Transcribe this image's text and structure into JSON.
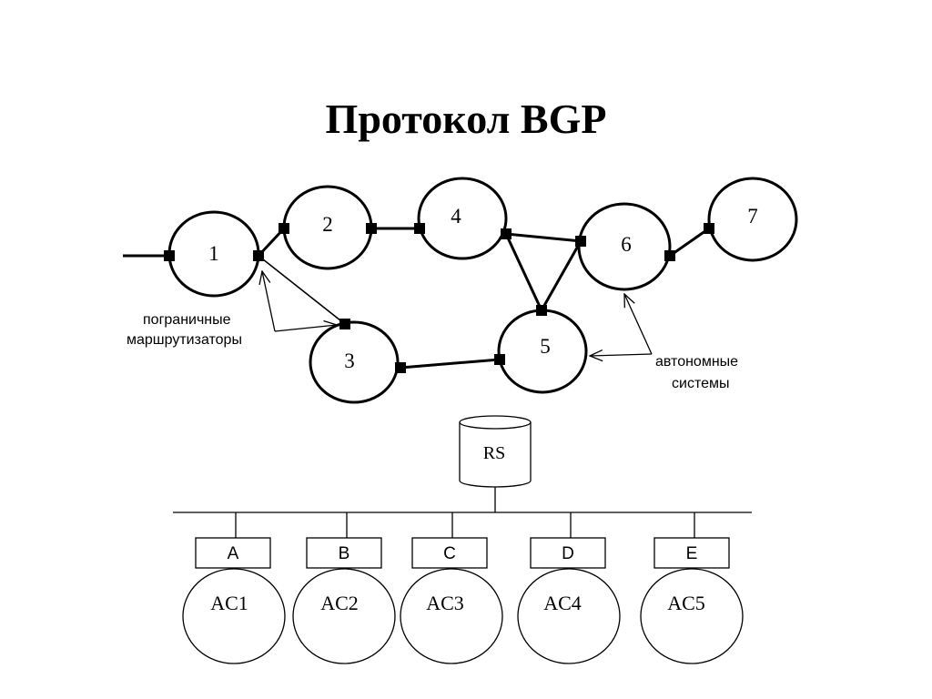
{
  "title": "Протокол BGP",
  "nodes": [
    "1",
    "2",
    "3",
    "4",
    "5",
    "6",
    "7"
  ],
  "annotations": {
    "border_routers_line1": "пограничные",
    "border_routers_line2": "маршрутизаторы",
    "autonomous_systems_line1": "автономные",
    "autonomous_systems_line2": "системы"
  },
  "route_server": "RS",
  "routers": [
    "A",
    "B",
    "C",
    "D",
    "E"
  ],
  "as_labels": [
    "AC1",
    "AC2",
    "AC3",
    "AC4",
    "AC5"
  ]
}
